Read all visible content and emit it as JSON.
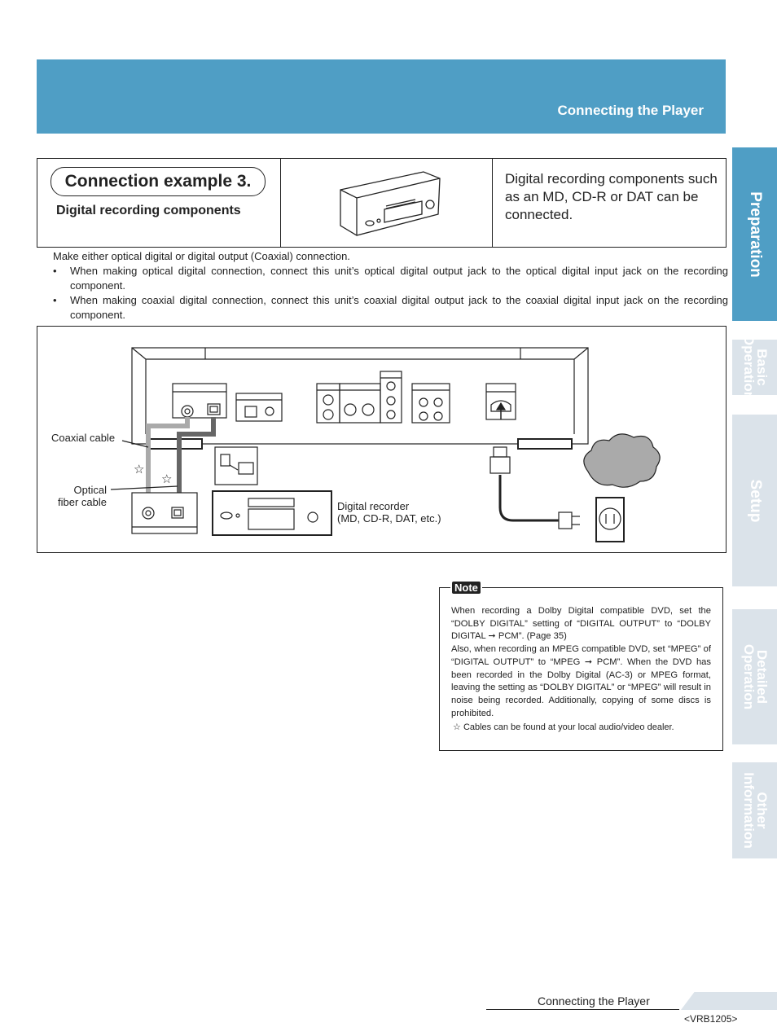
{
  "header": {
    "title": "Connecting the Player"
  },
  "side_tabs": [
    "Preparation",
    "Basic\nOperation",
    "Setup",
    "Detailed\nOperation",
    "Other\nInformation"
  ],
  "example": {
    "title": "Connection example 3.",
    "subtitle": "Digital recording components",
    "description": "Digital recording components such as an MD, CD-R or DAT can be connected."
  },
  "intro": {
    "lead": "Make either optical digital or digital output (Coaxial) connection.",
    "bullet1": "When making optical digital connection, connect this unit’s optical digital output jack to the optical digital input jack on the recording component.",
    "bullet2": "When making coaxial digital connection, connect this unit’s coaxial digital output jack to the coaxial digital input jack on the recording component."
  },
  "diagram": {
    "coaxial_label": "Coaxial cable",
    "optical_label": "Optical\nfiber cable",
    "recorder_label": "Digital recorder\n(MD, CD-R, DAT, etc.)"
  },
  "note": {
    "tag": "Note",
    "p1": "When recording a Dolby Digital compatible DVD, set the “DOLBY DIGITAL” setting of “DIGITAL OUTPUT” to “DOLBY DIGITAL ➞ PCM”. (Page 35)",
    "p2": "Also, when recording an MPEG compatible DVD, set “MPEG” of “DIGITAL OUTPUT” to “MPEG ➞ PCM”. When the DVD has been recorded in the Dolby Digital (AC-3) or MPEG format, leaving the setting as “DOLBY DIGITAL” or “MPEG” will result in noise being recorded. Additionally, copying of some discs is prohibited.",
    "cables": "Cables can be found at your local audio/video dealer."
  },
  "footer": {
    "label": "Connecting the Player",
    "code": "<VRB1205>"
  }
}
